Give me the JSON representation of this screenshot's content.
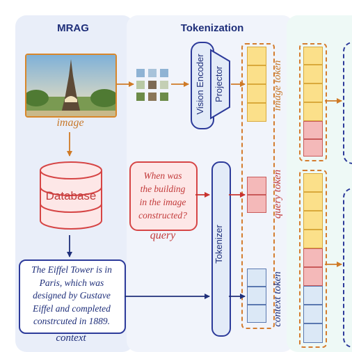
{
  "sections": {
    "mrag": "MRAG",
    "tokenization": "Tokenization"
  },
  "mrag": {
    "image_caption": "image",
    "database_label": "Database",
    "context_text_lines": [
      "The Eiffel Tower is in",
      "Paris, which was",
      "designed by Gustave",
      "Eiffel and completed",
      "constrcuted in 1889."
    ],
    "context_caption": "context"
  },
  "tokenization": {
    "vision_encoder": "Vision Encoder",
    "projector": "Projector",
    "tokenizer": "Tokenizer",
    "query_text_lines": [
      "When was",
      "the building",
      "in the image",
      "constructed?"
    ],
    "query_caption": "query",
    "image_token_label": "image token",
    "query_token_label": "query token",
    "context_token_label": "context token"
  },
  "colors": {
    "image_token": "#fbe08a",
    "query_token": "#f4b9b9",
    "context_token": "#dbe8f6",
    "arrow_orange": "#cf7a26",
    "arrow_red": "#c8332f",
    "arrow_blue": "#1f2f7a"
  }
}
